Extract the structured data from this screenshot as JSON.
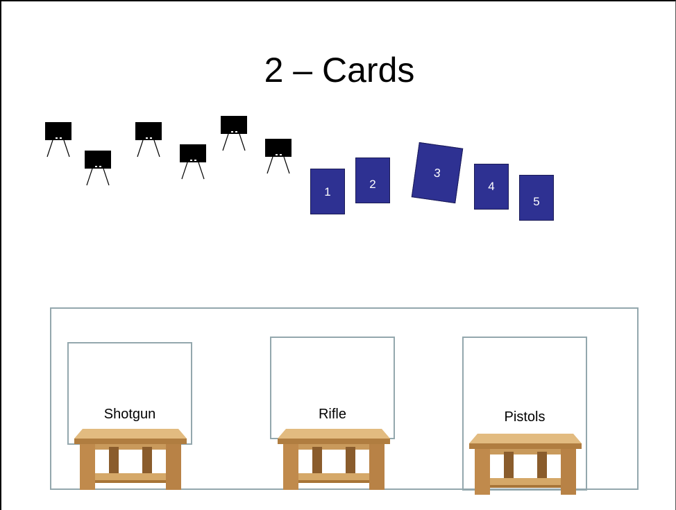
{
  "title": "2 – Cards",
  "targets": [
    {
      "name": "target-1"
    },
    {
      "name": "target-2"
    },
    {
      "name": "target-3"
    },
    {
      "name": "target-4"
    },
    {
      "name": "target-5"
    },
    {
      "name": "target-6"
    }
  ],
  "cards": [
    {
      "label": "1",
      "color": "#2e3192"
    },
    {
      "label": "2",
      "color": "#2e3192"
    },
    {
      "label": "3",
      "color": "#2e3192"
    },
    {
      "label": "4",
      "color": "#2e3192"
    },
    {
      "label": "5",
      "color": "#2e3192"
    }
  ],
  "stations": [
    {
      "label": "Shotgun"
    },
    {
      "label": "Rifle"
    },
    {
      "label": "Pistols"
    }
  ],
  "colors": {
    "card_fill": "#2e3192",
    "frame_stroke": "#93a7ad",
    "target_fill": "#000000",
    "table_wood": "#c89a5a"
  }
}
